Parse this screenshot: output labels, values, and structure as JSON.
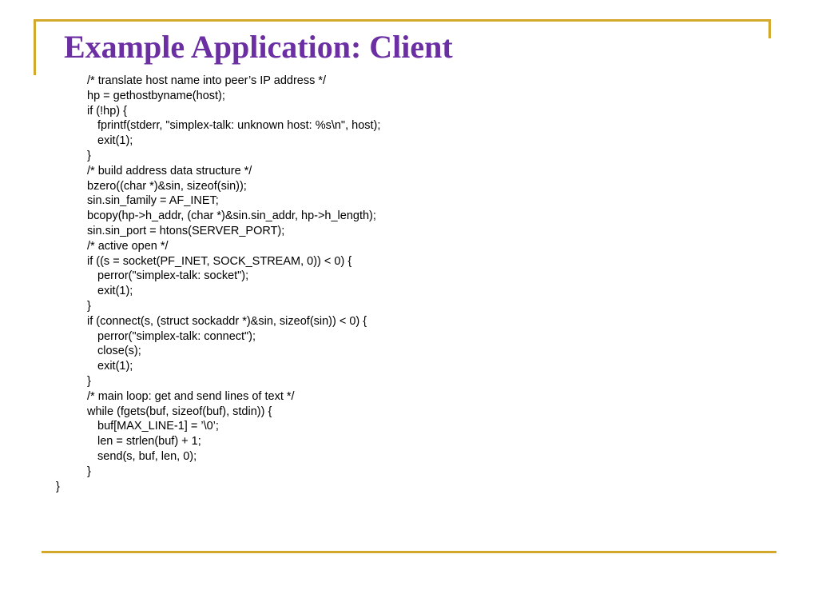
{
  "slide": {
    "title": "Example Application: Client",
    "accent_color": "#d4a82a",
    "title_color": "#6b2fa3"
  },
  "code": {
    "lines": [
      "/* translate host name into peer’s IP address */",
      "hp = gethostbyname(host);",
      "if (!hp) {",
      "fprintf(stderr, \"simplex-talk: unknown host: %s\\n\", host);",
      "exit(1);",
      "}",
      "/* build address data structure */",
      "bzero((char *)&sin, sizeof(sin));",
      "sin.sin_family = AF_INET;",
      "bcopy(hp->h_addr, (char *)&sin.sin_addr, hp->h_length);",
      "sin.sin_port = htons(SERVER_PORT);",
      "/* active open */",
      "if ((s = socket(PF_INET, SOCK_STREAM, 0)) < 0) {",
      "perror(\"simplex-talk: socket\");",
      "exit(1);",
      "}",
      "if (connect(s, (struct sockaddr *)&sin, sizeof(sin)) < 0) {",
      "perror(\"simplex-talk: connect\");",
      "close(s);",
      "exit(1);",
      "}",
      "/* main loop: get and send lines of text */",
      "while (fgets(buf, sizeof(buf), stdin)) {",
      "buf[MAX_LINE-1] = ’\\0’;",
      "len = strlen(buf) + 1;",
      "send(s, buf, len, 0);",
      "}",
      "}"
    ]
  }
}
